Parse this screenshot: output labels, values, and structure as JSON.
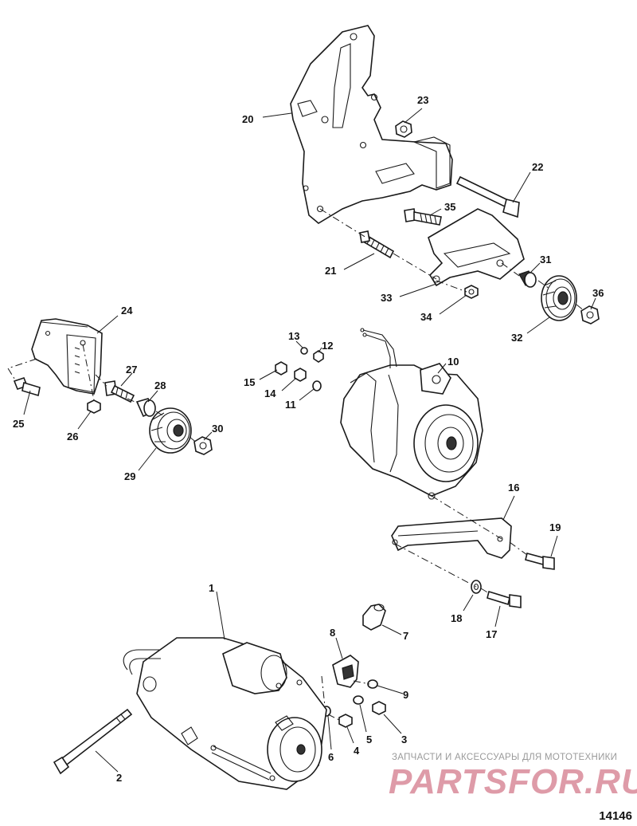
{
  "figure_id": "14146",
  "watermark": {
    "tagline": "ЗАПЧАСТИ И АКСЕССУАРЫ ДЛЯ МОТОТЕХНИКИ",
    "brand": "PARTSFOR.RU"
  },
  "callouts": [
    "1",
    "2",
    "3",
    "4",
    "5",
    "6",
    "7",
    "8",
    "9",
    "10",
    "11",
    "12",
    "13",
    "14",
    "15",
    "16",
    "17",
    "18",
    "19",
    "20",
    "21",
    "22",
    "23",
    "24",
    "25",
    "26",
    "27",
    "28",
    "29",
    "30",
    "31",
    "32",
    "33",
    "34",
    "35",
    "36"
  ],
  "colors": {
    "line": "#1a1a1a",
    "watermark_brand": "#d98a9a",
    "watermark_tagline": "#9a9a9a"
  }
}
